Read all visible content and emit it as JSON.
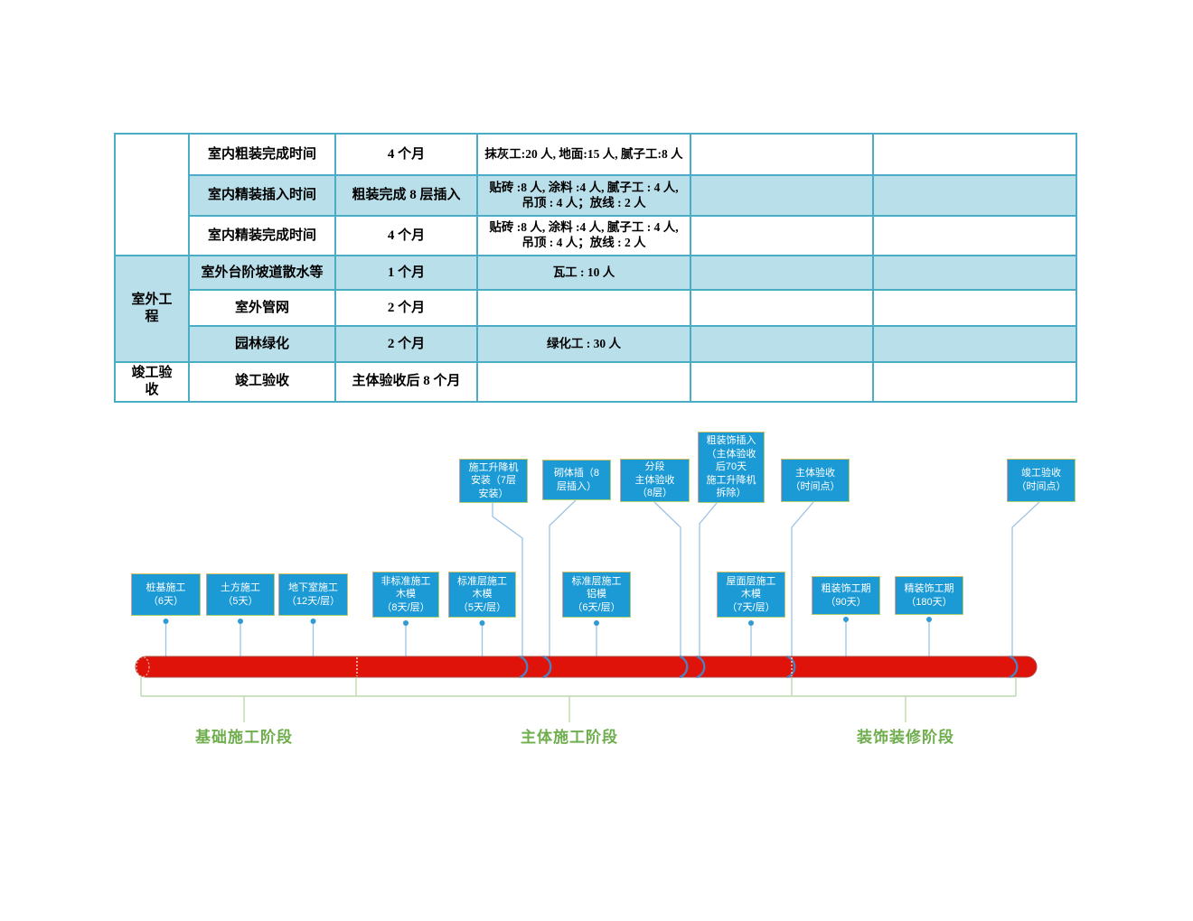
{
  "table": {
    "rows": [
      {
        "group": "",
        "name": "室内粗装完成时间",
        "duration": "4 个月",
        "workers": "抹灰工:20 人, 地面:15 人, 腻子工:8 人"
      },
      {
        "name": "室内精装插入时间",
        "duration": "粗装完成 8 层插入",
        "workers": "贴砖 :8 人, 涂料 :4 人, 腻子工 : 4 人, 吊顶 : 4 人；放线 : 2 人"
      },
      {
        "name": "室内精装完成时间",
        "duration": "4 个月",
        "workers": "贴砖 :8 人, 涂料 :4 人, 腻子工 : 4 人, 吊顶 : 4 人；放线 : 2 人"
      },
      {
        "group": "室外工\n程",
        "name": "室外台阶坡道散水等",
        "duration": "1 个月",
        "workers": "瓦工 : 10 人"
      },
      {
        "name": "室外管网",
        "duration": "2 个月",
        "workers": ""
      },
      {
        "name": "园林绿化",
        "duration": "2 个月",
        "workers": "绿化工 : 30 人"
      },
      {
        "group": "竣工验\n收",
        "name": "竣工验收",
        "duration": "主体验收后 8 个月",
        "workers": ""
      }
    ]
  },
  "timeline": {
    "top_boxes": [
      {
        "label": "施工升降机\n安装（7层\n安装）"
      },
      {
        "label": "砌体插（8\n层插入）"
      },
      {
        "label": "分段\n主体验收\n（8层）"
      },
      {
        "label": "粗装饰插入\n（主体验收\n后70天\n施工升降机\n拆除）"
      },
      {
        "label": "主体验收\n（时间点）"
      },
      {
        "label": "竣工验收\n（时间点）"
      }
    ],
    "bottom_boxes": [
      {
        "label": "桩基施工\n（6天）"
      },
      {
        "label": "土方施工\n（5天）"
      },
      {
        "label": "地下室施工\n（12天/层）"
      },
      {
        "label": "非标准施工\n木模\n（8天/层）"
      },
      {
        "label": "标准层施工\n木模\n（5天/层）"
      },
      {
        "label": "标准层施工\n铝模\n（6天/层）"
      },
      {
        "label": "屋面层施工\n木模\n（7天/层）"
      },
      {
        "label": "粗装饰工期\n（90天）"
      },
      {
        "label": "精装饰工期\n（180天）"
      }
    ],
    "phases": [
      "基础施工阶段",
      "主体施工阶段",
      "装饰装修阶段"
    ]
  },
  "colors": {
    "table_border": "#4bacc6",
    "table_row_fill": "#b9dfea",
    "box_blue": "#1b9ad6",
    "bar_red": "#df1309",
    "connector_blue": "#9cc2e5",
    "segment_arc_blue": "#4f81bd",
    "phase_green": "#6fae4e",
    "bracket_green": "#bed8ae"
  }
}
